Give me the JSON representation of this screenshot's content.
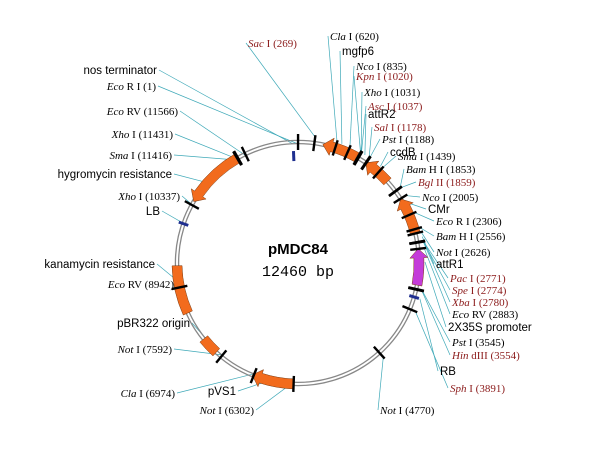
{
  "plasmid": {
    "name": "pMDC84",
    "size_label": "12460 bp",
    "total_bp": 12460
  },
  "colors": {
    "feature": "#f26b1d",
    "promoter": "#c43bd9",
    "border": "#1f2f8f",
    "unique_site": "#8b1a1a",
    "site": "#000000",
    "leader": "#3fa9b8",
    "backbone": "#888888"
  },
  "features": [
    {
      "name": "mgfp6",
      "start": 410,
      "end": 1000,
      "direction": "ccw",
      "color": "feature"
    },
    {
      "name": "ccdB",
      "start": 1180,
      "end": 1650,
      "direction": "ccw",
      "color": "feature"
    },
    {
      "name": "CMr",
      "start": 2010,
      "end": 2620,
      "direction": "ccw",
      "color": "feature"
    },
    {
      "name": "2X35S promoter",
      "start": 2880,
      "end": 3480,
      "direction": "ccw",
      "color": "promoter"
    },
    {
      "name": "pVS1",
      "start": 6302,
      "end": 7000,
      "direction": "cw",
      "color": "feature"
    },
    {
      "name": "pBR322 origin",
      "start": 7700,
      "end": 8000,
      "direction": "none",
      "color": "feature"
    },
    {
      "name": "kanamycin resistance",
      "start": 8500,
      "end": 9300,
      "direction": "none",
      "color": "feature"
    },
    {
      "name": "hygromycin resistance",
      "start": 10400,
      "end": 11430,
      "direction": "ccw",
      "color": "feature"
    }
  ],
  "borders": [
    {
      "name": "RB",
      "bp": 3680
    },
    {
      "name": "LB",
      "bp": 10000
    },
    {
      "name": "nos terminator",
      "bp": 12380
    }
  ],
  "sites": [
    {
      "enzyme": "Sac",
      "suffix": "I",
      "pos": "(269)",
      "bp": 269,
      "unique": true
    },
    {
      "enzyme": "Cla",
      "suffix": "I",
      "pos": "(620)",
      "bp": 620,
      "unique": false
    },
    {
      "enzyme": "",
      "suffix": "mgfp6",
      "pos": "",
      "bp": 700,
      "unique": false,
      "feature_label": true
    },
    {
      "enzyme": "Nco",
      "suffix": "I",
      "pos": "(835)",
      "bp": 835,
      "unique": false
    },
    {
      "enzyme": "Kpn",
      "suffix": "I",
      "pos": "(1020)",
      "bp": 1020,
      "unique": true
    },
    {
      "enzyme": "Xho",
      "suffix": "I",
      "pos": "(1031)",
      "bp": 1031,
      "unique": false
    },
    {
      "enzyme": "Asc",
      "suffix": "I",
      "pos": "(1037)",
      "bp": 1037,
      "unique": true
    },
    {
      "enzyme": "",
      "suffix": "attR2",
      "pos": "",
      "bp": 1100,
      "unique": false,
      "feature_label": true
    },
    {
      "enzyme": "Sal",
      "suffix": "I",
      "pos": "(1178)",
      "bp": 1178,
      "unique": true
    },
    {
      "enzyme": "Pst",
      "suffix": "I",
      "pos": "(1188)",
      "bp": 1188,
      "unique": false
    },
    {
      "enzyme": "",
      "suffix": "ccdB",
      "pos": "",
      "bp": 1400,
      "unique": false,
      "feature_label": true
    },
    {
      "enzyme": "Sma",
      "suffix": "I",
      "pos": "(1439)",
      "bp": 1439,
      "unique": false
    },
    {
      "enzyme": "Bam",
      "suffix": "H I",
      "pos": "(1853)",
      "bp": 1853,
      "unique": false
    },
    {
      "enzyme": "Bgl",
      "suffix": "II",
      "pos": "(1859)",
      "bp": 1859,
      "unique": true
    },
    {
      "enzyme": "Nco",
      "suffix": "I",
      "pos": "(2005)",
      "bp": 2005,
      "unique": false
    },
    {
      "enzyme": "",
      "suffix": "CMr",
      "pos": "",
      "bp": 2150,
      "unique": false,
      "feature_label": true
    },
    {
      "enzyme": "Eco",
      "suffix": "R I",
      "pos": "(2306)",
      "bp": 2306,
      "unique": false
    },
    {
      "enzyme": "Bam",
      "suffix": "H I",
      "pos": "(2556)",
      "bp": 2556,
      "unique": false
    },
    {
      "enzyme": "Not",
      "suffix": "I",
      "pos": "(2626)",
      "bp": 2626,
      "unique": false
    },
    {
      "enzyme": "",
      "suffix": "attR1",
      "pos": "",
      "bp": 2700,
      "unique": false,
      "feature_label": true
    },
    {
      "enzyme": "Pac",
      "suffix": "I",
      "pos": "(2771)",
      "bp": 2771,
      "unique": true
    },
    {
      "enzyme": "Spe",
      "suffix": "I",
      "pos": "(2774)",
      "bp": 2774,
      "unique": true
    },
    {
      "enzyme": "Xba",
      "suffix": "I",
      "pos": "(2780)",
      "bp": 2780,
      "unique": true
    },
    {
      "enzyme": "Eco",
      "suffix": "RV",
      "pos": "(2883)",
      "bp": 2883,
      "unique": false
    },
    {
      "enzyme": "",
      "suffix": "2X35S promoter",
      "pos": "",
      "bp": 3100,
      "unique": false,
      "feature_label": true
    },
    {
      "enzyme": "Pst",
      "suffix": "I",
      "pos": "(3545)",
      "bp": 3545,
      "unique": false
    },
    {
      "enzyme": "Hin",
      "suffix": "dIII",
      "pos": "(3554)",
      "bp": 3554,
      "unique": true
    },
    {
      "enzyme": "",
      "suffix": "RB",
      "pos": "",
      "bp": 3680,
      "unique": false,
      "feature_label": true
    },
    {
      "enzyme": "Sph",
      "suffix": "I",
      "pos": "(3891)",
      "bp": 3891,
      "unique": true
    },
    {
      "enzyme": "Not",
      "suffix": "I",
      "pos": "(4770)",
      "bp": 4770,
      "unique": false
    },
    {
      "enzyme": "Not",
      "suffix": "I",
      "pos": "(6302)",
      "bp": 6302,
      "unique": false
    },
    {
      "enzyme": "",
      "suffix": "pVS1",
      "pos": "",
      "bp": 6650,
      "unique": false,
      "feature_label": true
    },
    {
      "enzyme": "Cla",
      "suffix": "I",
      "pos": "(6974)",
      "bp": 6974,
      "unique": false
    },
    {
      "enzyme": "Not",
      "suffix": "I",
      "pos": "(7592)",
      "bp": 7592,
      "unique": false
    },
    {
      "enzyme": "",
      "suffix": "pBR322 origin",
      "pos": "",
      "bp": 7850,
      "unique": false,
      "feature_label": true
    },
    {
      "enzyme": "Eco",
      "suffix": "RV",
      "pos": "(8942)",
      "bp": 8942,
      "unique": false
    },
    {
      "enzyme": "",
      "suffix": "kanamycin resistance",
      "pos": "",
      "bp": 9000,
      "unique": false,
      "feature_label": true
    },
    {
      "enzyme": "",
      "suffix": "LB",
      "pos": "",
      "bp": 10000,
      "unique": false,
      "feature_label": true
    },
    {
      "enzyme": "Xho",
      "suffix": "I",
      "pos": "(10337)",
      "bp": 10337,
      "unique": false
    },
    {
      "enzyme": "",
      "suffix": "hygromycin resistance",
      "pos": "",
      "bp": 10800,
      "unique": false,
      "feature_label": true
    },
    {
      "enzyme": "Sma",
      "suffix": "I",
      "pos": "(11416)",
      "bp": 11416,
      "unique": false
    },
    {
      "enzyme": "Xho",
      "suffix": "I",
      "pos": "(11431)",
      "bp": 11431,
      "unique": false
    },
    {
      "enzyme": "Eco",
      "suffix": "RV",
      "pos": "(11566)",
      "bp": 11566,
      "unique": false
    },
    {
      "enzyme": "Eco",
      "suffix": "R I",
      "pos": "(1)",
      "bp": 1,
      "unique": false
    },
    {
      "enzyme": "",
      "suffix": "nos terminator",
      "pos": "",
      "bp": 12380,
      "unique": false,
      "feature_label": true
    }
  ]
}
